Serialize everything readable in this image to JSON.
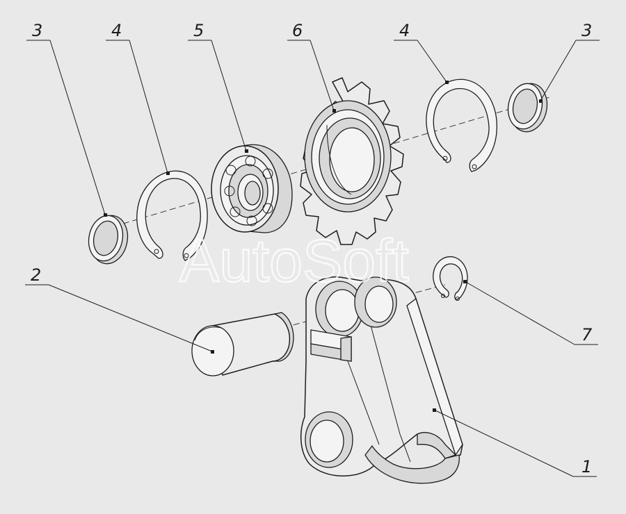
{
  "watermark": {
    "text": "AutoSoft"
  },
  "callouts": [
    {
      "id": "c3-left",
      "label": "3"
    },
    {
      "id": "c4-left",
      "label": "4"
    },
    {
      "id": "c5",
      "label": "5"
    },
    {
      "id": "c6",
      "label": "6"
    },
    {
      "id": "c4-right",
      "label": "4"
    },
    {
      "id": "c3-right",
      "label": "3"
    },
    {
      "id": "c2",
      "label": "2"
    },
    {
      "id": "c7",
      "label": "7"
    },
    {
      "id": "c1",
      "label": "1"
    }
  ],
  "parts": [
    {
      "label": "1",
      "name": "lever-arm"
    },
    {
      "label": "2",
      "name": "axle-pin"
    },
    {
      "label": "3",
      "name": "spacer-ring"
    },
    {
      "label": "4",
      "name": "retaining-ring"
    },
    {
      "label": "5",
      "name": "ball-bearing"
    },
    {
      "label": "6",
      "name": "sprocket"
    },
    {
      "label": "7",
      "name": "snap-ring"
    }
  ]
}
